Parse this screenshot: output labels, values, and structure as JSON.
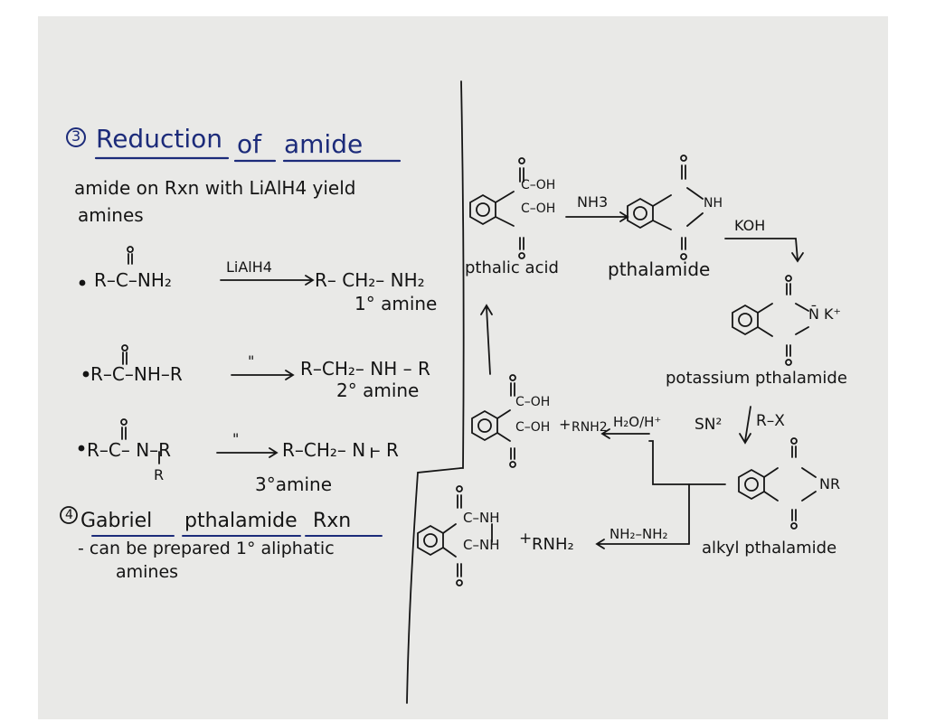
{
  "left": {
    "section3_num": "3",
    "section3_title_words": [
      "Reduction",
      "of",
      "amide"
    ],
    "line1": "amide on Rxn with LiAlH4 yield",
    "line2": "amines",
    "r1": {
      "reactant": "R–C–NH₂",
      "reagent": "LiAlH4",
      "product": "R– CH₂– NH₂",
      "label": "1° amine"
    },
    "r2": {
      "reactant": "R–C–NH–R",
      "reagent": "\"",
      "product": "R–CH₂– NH – R",
      "label": "2° amine"
    },
    "r3": {
      "reactant": "R–C– N–R",
      "reagent": "\"",
      "product": "R–CH₂– N – R",
      "label": "3°amine",
      "sub_r": "R"
    },
    "section4_num": "4",
    "section4_title_words": [
      "Gabriel",
      "pthalamide",
      "Rxn"
    ],
    "s4_line1": "- can be prepared 1° aliphatic",
    "s4_line2": "amines"
  },
  "right": {
    "acid_groups": [
      "C–OH",
      "C–OH"
    ],
    "reagent_nh3": "NH3",
    "imide_nh": "NH",
    "label_acid": "pthalic acid",
    "label_pthalamide": "pthalamide",
    "reagent_koh": "KOH",
    "potassium_n": "N̄ K⁺",
    "label_potassium": "potassium pthalamide",
    "sn2": "SN²",
    "rx": "R–X",
    "alkyl_nr": "NR",
    "label_alkyl": "alkyl pthalamide",
    "hydrolysis_reagent": "H₂O/H⁺",
    "hydrolysis_acid_groups": [
      "C–OH",
      "C–OH"
    ],
    "hydrolysis_plus": "+",
    "hydrolysis_product": "RNH2",
    "hydrazine_reagent": "NH₂–NH₂",
    "hydrazide_groups": [
      "C–NH",
      "C–NH"
    ],
    "hydrazide_plus": "+",
    "hydrazide_product": "RNH₂"
  }
}
